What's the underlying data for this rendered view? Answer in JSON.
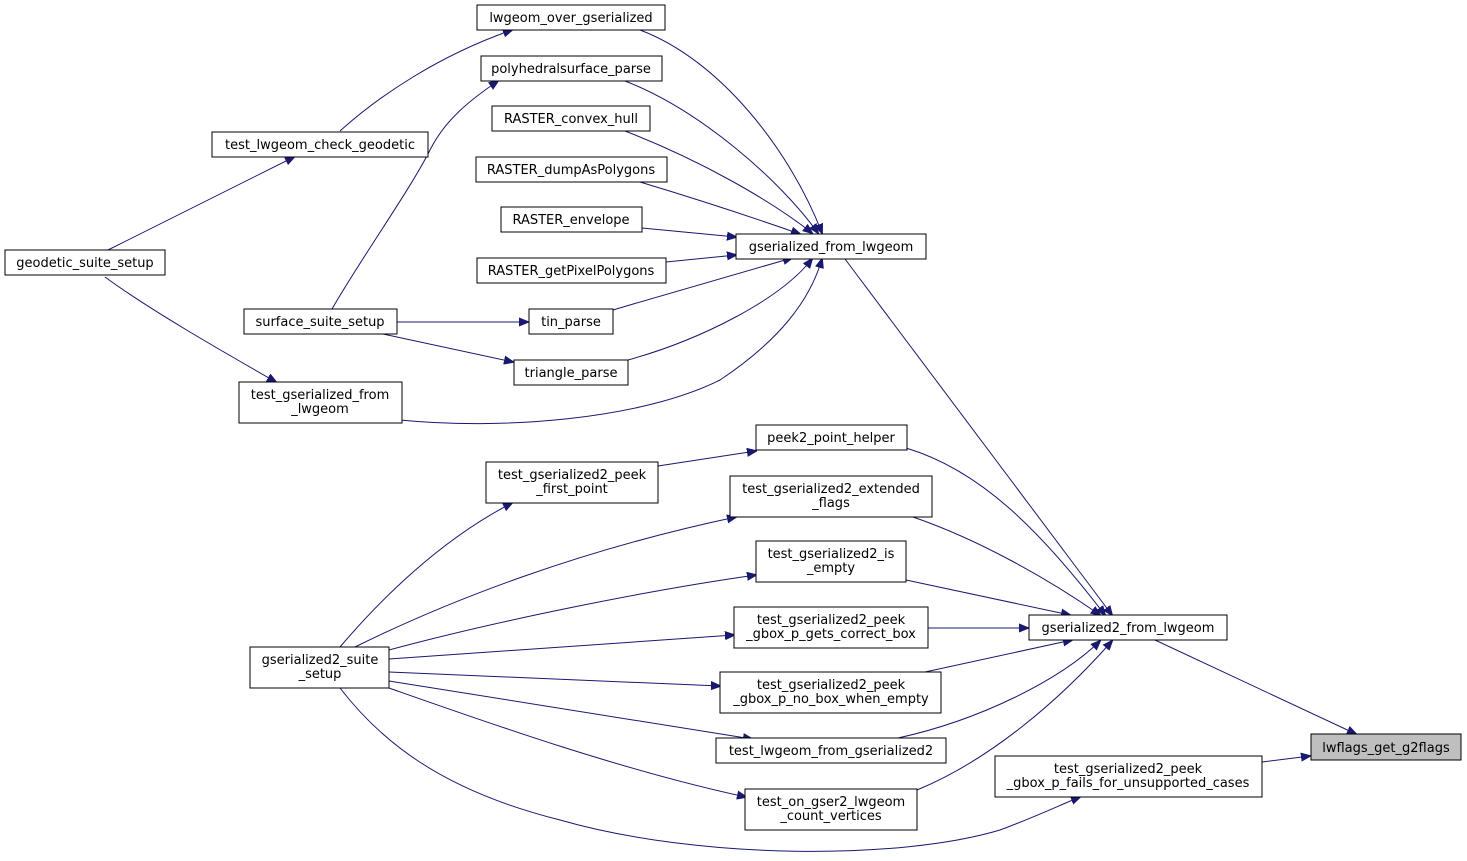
{
  "diagram": {
    "type": "call-graph",
    "edge_color": "#191970",
    "focus_fill": "#bfbfbf",
    "nodes": {
      "lwgeom_over_gserialized": [
        "lwgeom_over_gserialized"
      ],
      "polyhedralsurface_parse": [
        "polyhedralsurface_parse"
      ],
      "raster_convex_hull": [
        "RASTER_convex_hull"
      ],
      "raster_dumpaspolygons": [
        "RASTER_dumpAsPolygons"
      ],
      "raster_envelope": [
        "RASTER_envelope"
      ],
      "raster_getpixelpolygons": [
        "RASTER_getPixelPolygons"
      ],
      "gserialized_from_lwgeom": [
        "gserialized_from_lwgeom"
      ],
      "test_lwgeom_check_geodetic": [
        "test_lwgeom_check_geodetic"
      ],
      "geodetic_suite_setup": [
        "geodetic_suite_setup"
      ],
      "surface_suite_setup": [
        "surface_suite_setup"
      ],
      "tin_parse": [
        "tin_parse"
      ],
      "triangle_parse": [
        "triangle_parse"
      ],
      "test_gserialized_from_lwgeom": [
        "test_gserialized_from",
        "_lwgeom"
      ],
      "peek2_point_helper": [
        "peek2_point_helper"
      ],
      "test_gserialized2_peek_first_point": [
        "test_gserialized2_peek",
        "_first_point"
      ],
      "test_gserialized2_extended_flags": [
        "test_gserialized2_extended",
        "_flags"
      ],
      "test_gserialized2_is_empty": [
        "test_gserialized2_is",
        "_empty"
      ],
      "test_gserialized2_peek_gbox_p_gets_correct_box": [
        "test_gserialized2_peek",
        "_gbox_p_gets_correct_box"
      ],
      "gserialized2_from_lwgeom": [
        "gserialized2_from_lwgeom"
      ],
      "gserialized2_suite_setup": [
        "gserialized2_suite",
        "_setup"
      ],
      "test_gserialized2_peek_gbox_p_no_box_when_empty": [
        "test_gserialized2_peek",
        "_gbox_p_no_box_when_empty"
      ],
      "test_lwgeom_from_gserialized2": [
        "test_lwgeom_from_gserialized2"
      ],
      "test_gserialized2_peek_gbox_p_fails_for_unsupported_cases": [
        "test_gserialized2_peek",
        "_gbox_p_fails_for_unsupported_cases"
      ],
      "lwflags_get_g2flags": [
        "lwflags_get_g2flags"
      ],
      "test_on_gser2_lwgeom_count_vertices": [
        "test_on_gser2_lwgeom",
        "_count_vertices"
      ]
    }
  }
}
